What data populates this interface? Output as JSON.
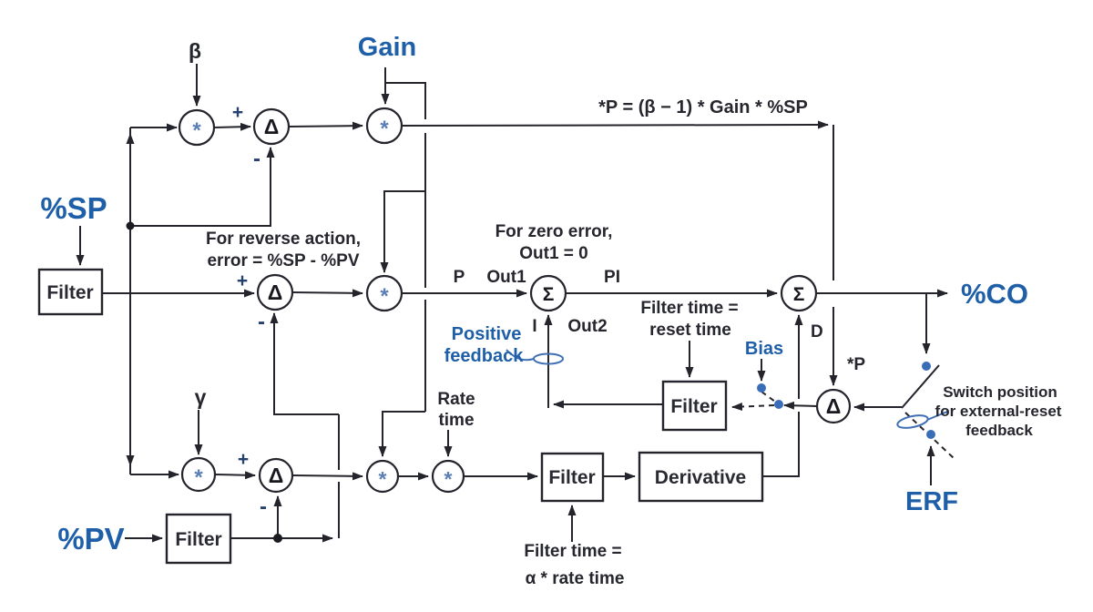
{
  "title": "PID controller with external-reset feedback block diagram",
  "labels": {
    "beta": "β",
    "gamma": "γ",
    "gain": "Gain",
    "sp": "%SP",
    "pv": "%PV",
    "co": "%CO",
    "erf": "ERF",
    "bias": "Bias",
    "formula": "*P = (β − 1) * Gain * %SP",
    "p": "P",
    "out1": "Out1",
    "pi": "PI",
    "out2": "Out2",
    "i": "I",
    "d": "D",
    "star_p": "*P",
    "plus": "+",
    "minus": "-",
    "mult": "*",
    "delta": "Δ",
    "sigma": "Σ"
  },
  "boxes": {
    "filter": "Filter",
    "derivative": "Derivative"
  },
  "annotations": {
    "reverse_action_1": "For reverse action,",
    "reverse_action_2": "error = %SP - %PV",
    "zero_error_1": "For zero error,",
    "zero_error_2": "Out1 = 0",
    "positive_feedback_1": "Positive",
    "positive_feedback_2": "feedback",
    "reset_filter_1": "Filter time =",
    "reset_filter_2": "reset time",
    "deriv_filter_1": "Filter time =",
    "deriv_filter_2": "α * rate time",
    "rate_time_1": "Rate",
    "rate_time_2": "time",
    "switch_1": "Switch position",
    "switch_2": "for external-reset",
    "switch_3": "feedback"
  },
  "colors": {
    "accent_blue": "#1e5fa8",
    "switch_dot_blue": "#3a6db8",
    "line_ink": "#24242c",
    "background": "#ffffff"
  }
}
